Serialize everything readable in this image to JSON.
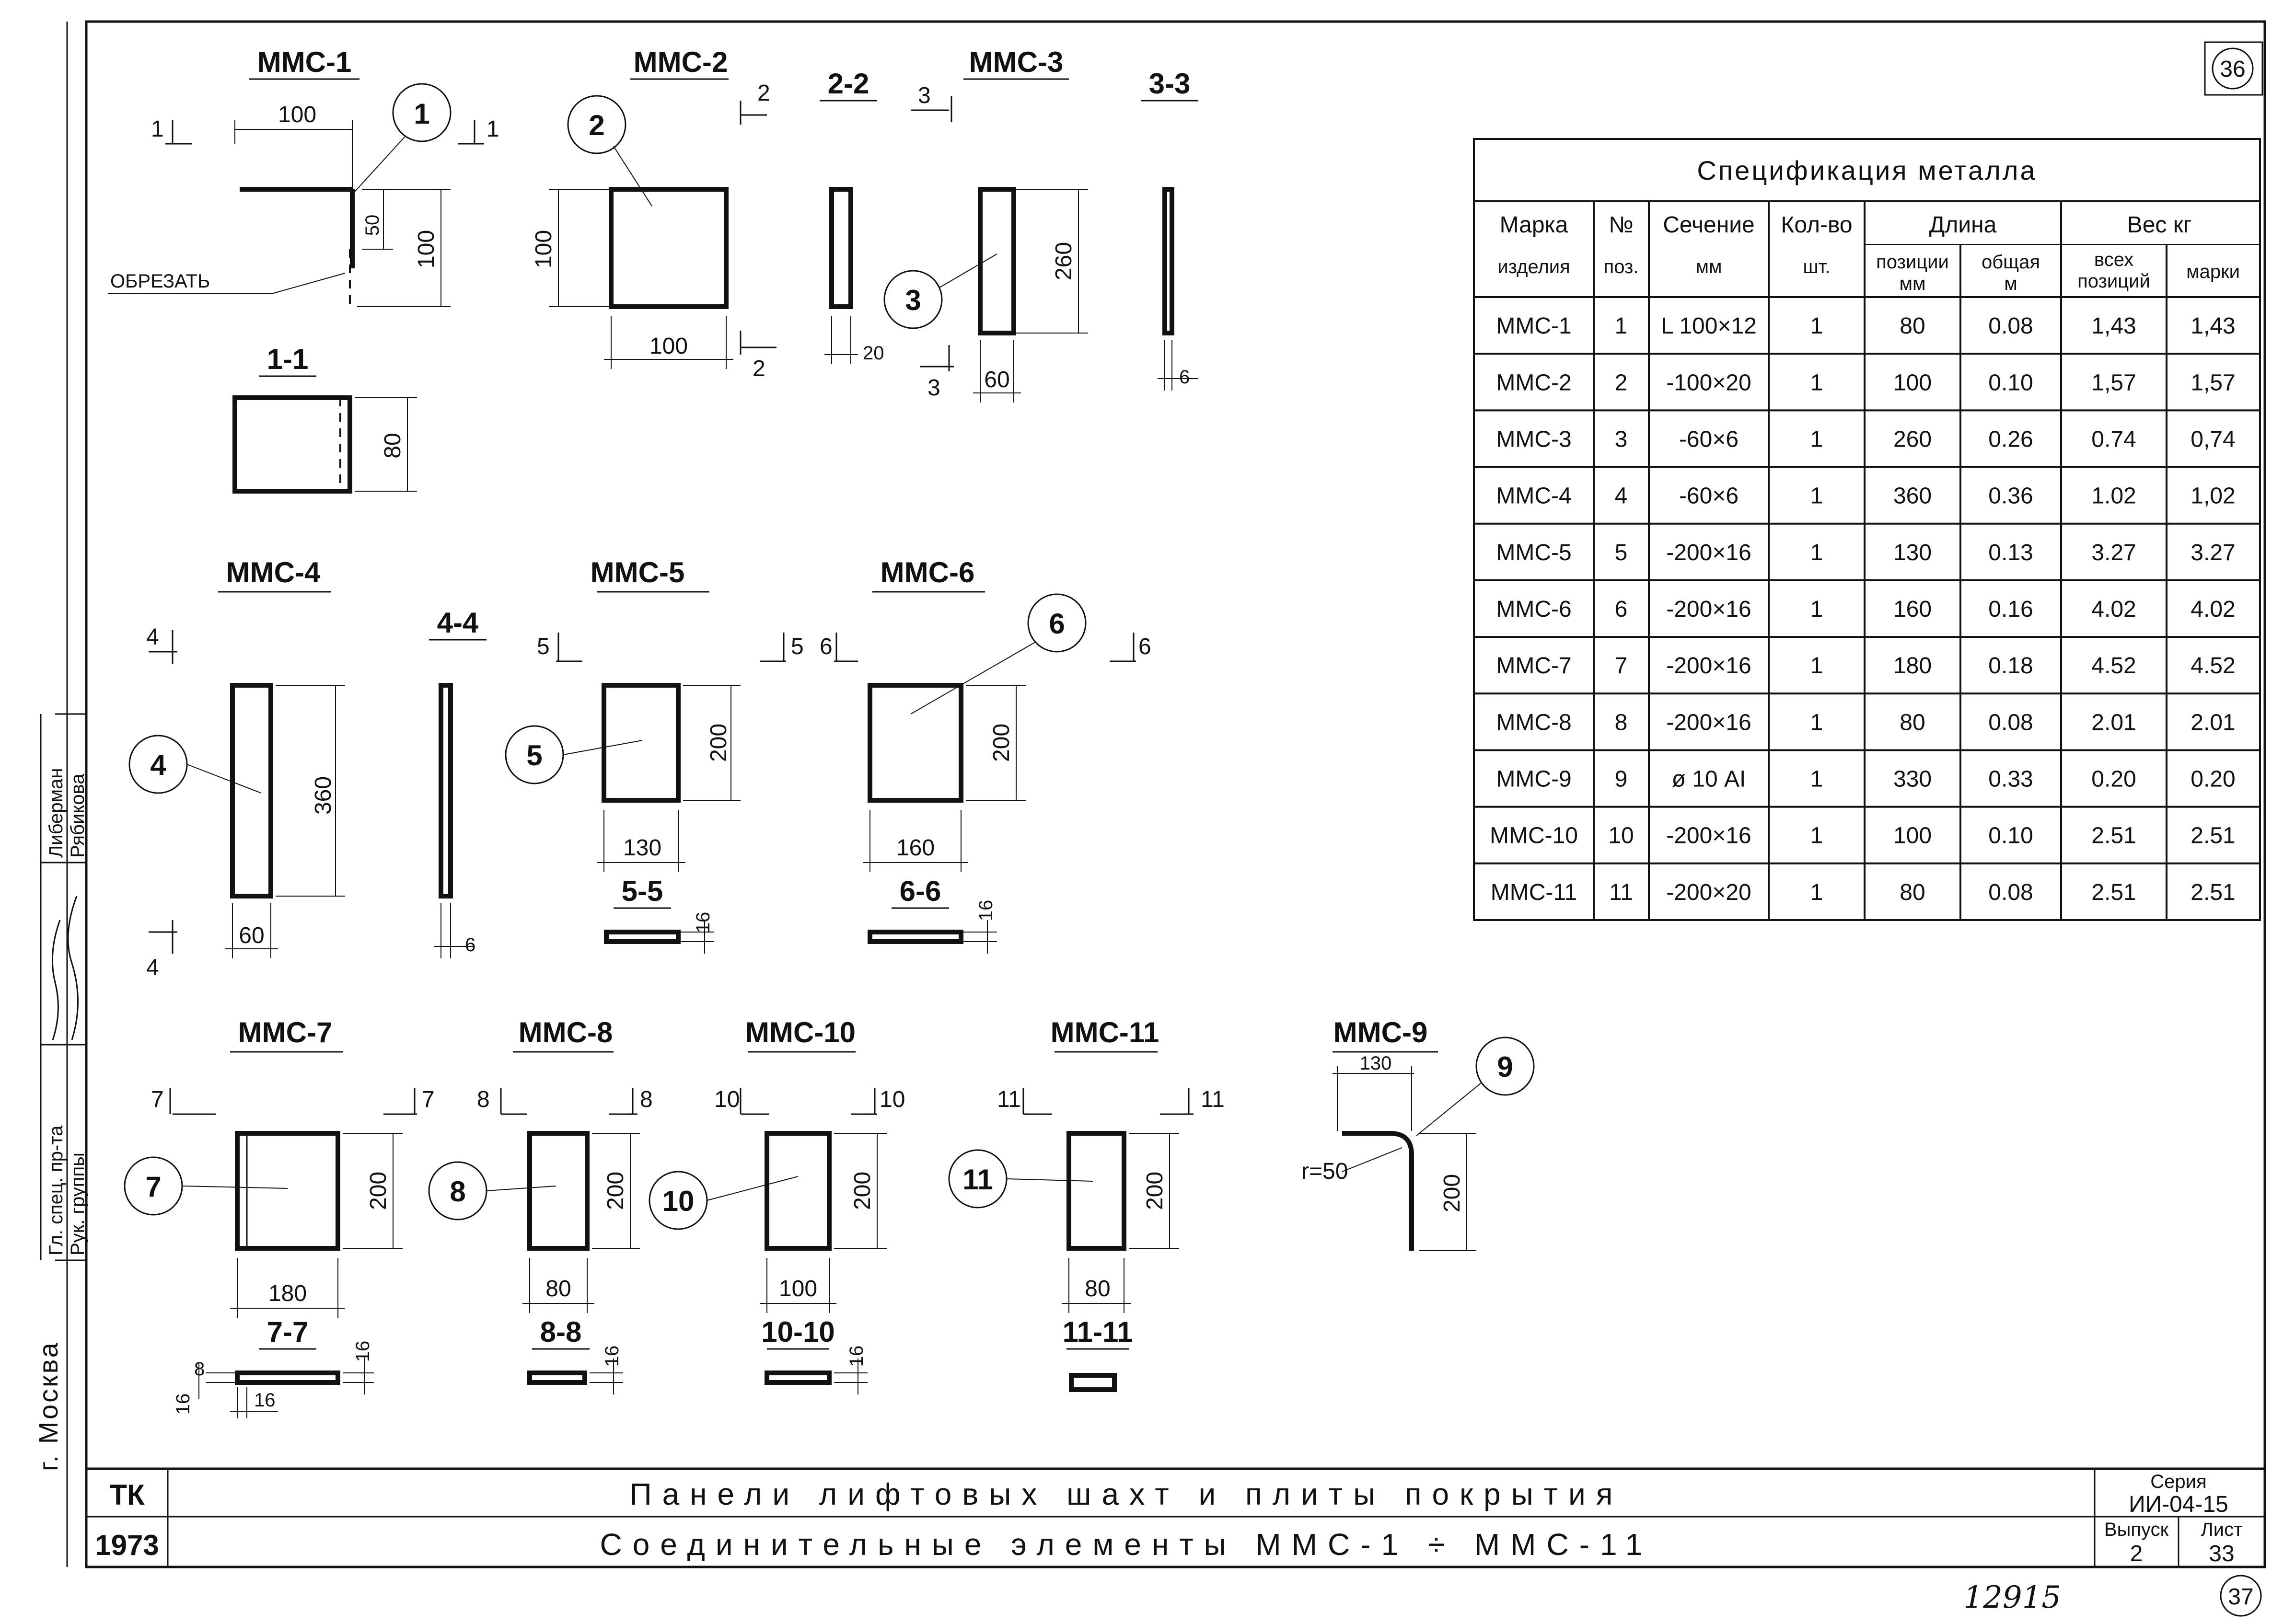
{
  "sheet": {
    "corner_number": "36",
    "bottom_handwritten_number": "12915",
    "bottom_circled_number": "37"
  },
  "spec": {
    "title": "Спецификация металла",
    "headers": {
      "marka": "Марка",
      "izdeliya": "изделия",
      "pos_no": "№",
      "pos": "поз.",
      "section": "Сечение",
      "section_unit": "мм",
      "count": "Кол-во",
      "count_unit": "шт.",
      "length": "Длина",
      "length_pos": "позиции",
      "length_pos_unit": "мм",
      "length_total": "общая",
      "length_total_unit": "м",
      "weight": "Вес кг",
      "weight_all": "всех",
      "weight_pos": "позиций",
      "weight_mark": "марки"
    },
    "rows": [
      {
        "mark": "ММС-1",
        "pos": "1",
        "section": "L 100×12",
        "qty": "1",
        "len_mm": "80",
        "len_m": "0.08",
        "w_all": "1,43",
        "w_mark": "1,43"
      },
      {
        "mark": "ММС-2",
        "pos": "2",
        "section": "-100×20",
        "qty": "1",
        "len_mm": "100",
        "len_m": "0.10",
        "w_all": "1,57",
        "w_mark": "1,57"
      },
      {
        "mark": "ММС-3",
        "pos": "3",
        "section": "-60×6",
        "qty": "1",
        "len_mm": "260",
        "len_m": "0.26",
        "w_all": "0.74",
        "w_mark": "0,74"
      },
      {
        "mark": "ММС-4",
        "pos": "4",
        "section": "-60×6",
        "qty": "1",
        "len_mm": "360",
        "len_m": "0.36",
        "w_all": "1.02",
        "w_mark": "1,02"
      },
      {
        "mark": "ММС-5",
        "pos": "5",
        "section": "-200×16",
        "qty": "1",
        "len_mm": "130",
        "len_m": "0.13",
        "w_all": "3.27",
        "w_mark": "3.27"
      },
      {
        "mark": "ММС-6",
        "pos": "6",
        "section": "-200×16",
        "qty": "1",
        "len_mm": "160",
        "len_m": "0.16",
        "w_all": "4.02",
        "w_mark": "4.02"
      },
      {
        "mark": "ММС-7",
        "pos": "7",
        "section": "-200×16",
        "qty": "1",
        "len_mm": "180",
        "len_m": "0.18",
        "w_all": "4.52",
        "w_mark": "4.52"
      },
      {
        "mark": "ММС-8",
        "pos": "8",
        "section": "-200×16",
        "qty": "1",
        "len_mm": "80",
        "len_m": "0.08",
        "w_all": "2.01",
        "w_mark": "2.01"
      },
      {
        "mark": "ММС-9",
        "pos": "9",
        "section": "ø 10 АI",
        "qty": "1",
        "len_mm": "330",
        "len_m": "0.33",
        "w_all": "0.20",
        "w_mark": "0.20"
      },
      {
        "mark": "ММС-10",
        "pos": "10",
        "section": "-200×16",
        "qty": "1",
        "len_mm": "100",
        "len_m": "0.10",
        "w_all": "2.51",
        "w_mark": "2.51"
      },
      {
        "mark": "ММС-11",
        "pos": "11",
        "section": "-200×20",
        "qty": "1",
        "len_mm": "80",
        "len_m": "0.08",
        "w_all": "2.51",
        "w_mark": "2.51"
      }
    ]
  },
  "drawings": {
    "mms1": {
      "title": "ММС-1",
      "dim_top": "100",
      "dim_small": "50",
      "dim_right": "100",
      "bubble": "1",
      "cut": "1",
      "note": "ОБРЕЗАТЬ"
    },
    "sec1_1": {
      "title": "1-1",
      "dim": "80"
    },
    "mms2": {
      "title": "ММС-2",
      "dim_left": "100",
      "dim_bottom": "100",
      "bubble": "2",
      "cut": "2"
    },
    "sec2_2": {
      "title": "2-2",
      "dim": "20"
    },
    "mms3": {
      "title": "ММС-3",
      "dim_right": "260",
      "dim_bottom": "60",
      "bubble": "3",
      "cut": "3"
    },
    "sec3_3": {
      "title": "3-3",
      "dim": "6"
    },
    "mms4": {
      "title": "ММС-4",
      "dim_right": "360",
      "dim_bottom": "60",
      "bubble": "4",
      "cut": "4"
    },
    "sec4_4": {
      "title": "4-4",
      "dim": "6"
    },
    "mms5": {
      "title": "ММС-5",
      "dim_right": "200",
      "dim_bottom": "130",
      "bubble": "5",
      "cut": "5"
    },
    "sec5_5": {
      "title": "5-5",
      "dim": "16"
    },
    "mms6": {
      "title": "ММС-6",
      "dim_right": "200",
      "dim_bottom": "160",
      "bubble": "6",
      "cut": "6"
    },
    "sec6_6": {
      "title": "6-6",
      "dim": "16"
    },
    "mms7": {
      "title": "ММС-7",
      "dim_right": "200",
      "dim_bottom": "180",
      "bubble": "7",
      "cut": "7"
    },
    "sec7_7": {
      "title": "7-7",
      "dim_a": "16",
      "dim_b": "8",
      "dim_c": "16",
      "dim_d": "16"
    },
    "mms8": {
      "title": "ММС-8",
      "dim_right": "200",
      "dim_bottom": "80",
      "bubble": "8",
      "cut": "8"
    },
    "sec8_8": {
      "title": "8-8",
      "dim": "16"
    },
    "mms10": {
      "title": "ММС-10",
      "dim_right": "200",
      "dim_bottom": "100",
      "bubble": "10",
      "cut": "10"
    },
    "sec10_10": {
      "title": "10-10",
      "dim": "16"
    },
    "mms11": {
      "title": "ММС-11",
      "dim_right": "200",
      "dim_bottom": "80",
      "bubble": "11",
      "cut": "11"
    },
    "sec11_11": {
      "title": "11-11"
    },
    "mms9": {
      "title": "ММС-9",
      "dim_top": "130",
      "dim_right": "200",
      "radius": "r=50",
      "bubble": "9"
    }
  },
  "side_stamp": {
    "city": "г. Москва",
    "role1": "Гл. спец. пр-та",
    "role2": "Рук. группы",
    "name1": "Либерман",
    "name2": "Рябикова"
  },
  "title_block": {
    "org": "ТК",
    "year": "1973",
    "project_title": "Панели лифтовых шахт и плиты покрытия",
    "sheet_title": "Соединительные элементы ММС-1 ÷ ММС-11",
    "series_label": "Серия",
    "series_value": "ИИ-04-15",
    "issue_label": "Выпуск",
    "issue_value": "2",
    "sheet_label": "Лист",
    "sheet_value": "33"
  }
}
